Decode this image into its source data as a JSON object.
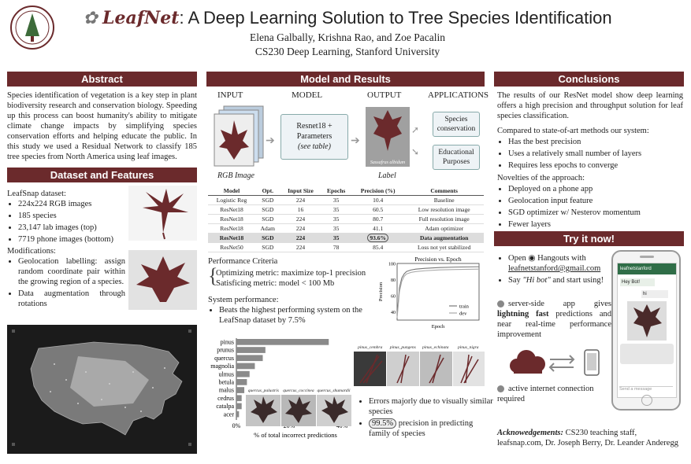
{
  "header": {
    "title_brand": "LeafNet",
    "title_rest": ": A Deep Learning Solution to Tree Species Identification",
    "authors": "Elena Galbally, Krishna Rao, and Zoe Pacalin",
    "affiliation": "CS230 Deep Learning, Stanford University"
  },
  "abstract": {
    "heading": "Abstract",
    "text": "Species identification of vegetation is a key step in plant biodiversity research and conservation biology. Speeding up this process can boost humanity's ability to mitigate climate change impacts by simplifying species conservation efforts and helping educate the public. In this study we used a Residual Network to classify 185 tree species from North America using leaf images."
  },
  "dataset": {
    "heading": "Dataset and Features",
    "intro": "LeafSnap dataset:",
    "items": [
      "224x224 RGB images",
      "185 species",
      "23,147 lab images (top)",
      "7719 phone images (bottom)"
    ],
    "mod_intro": "Modifications:",
    "mods": [
      "Geolocation labelling: assign random coordinate pair within the growing region of a species.",
      "Data augmentation through rotations"
    ]
  },
  "model": {
    "heading": "Model and Results",
    "col_input": "INPUT",
    "col_model": "MODEL",
    "col_output": "OUTPUT",
    "col_apps": "APPLICATIONS",
    "rgb_label": "RGB Image",
    "model_line1": "Resnet18 +",
    "model_line2": "Parameters",
    "model_line3": "(see table)",
    "output_caption": "Sassafras albidum",
    "label_label": "Label",
    "app1": "Species conservation",
    "app2": "Educational Purposes",
    "table_headers": [
      "Model",
      "Opt.",
      "Input Size",
      "Epochs",
      "Precision (%)",
      "Comments"
    ],
    "table_rows": [
      [
        "Logistic Reg",
        "SGD",
        "224",
        "35",
        "10.4",
        "Baseline"
      ],
      [
        "ResNet18",
        "SGD",
        "16",
        "35",
        "60.5",
        "Low resolution image"
      ],
      [
        "ResNet18",
        "SGD",
        "224",
        "35",
        "80.7",
        "Full resolution image"
      ],
      [
        "ResNet18",
        "Adam",
        "224",
        "35",
        "41.1",
        "Adam optimizer"
      ],
      [
        "ResNet18",
        "SGD",
        "224",
        "35",
        "93.6%",
        "Data augmentation"
      ],
      [
        "ResNet50",
        "SGD",
        "224",
        "78",
        "85.4",
        "Loss not yet stabilized"
      ]
    ],
    "perf_title": "Performance Criteria",
    "perf_opt": "Optimizing metric: maximize top-1 precision",
    "perf_sat": "Satisficing metric: model < 100 Mb",
    "sys_title": "System performance:",
    "sys_item": "Beats the highest performing system on the LeafSnap dataset by 7.5%",
    "err1": "Errors majorly due to visually similar species",
    "err2_hl": "99.5%",
    "err2_rest": " precision in predicting family of species",
    "leaf_tags_top": [
      "pinus_cembra",
      "pinus_pungens",
      "pinus_echinata",
      "pinus_nigra"
    ],
    "leaf_tags_bottom": [
      "quercus_palustris",
      "quercus_coccinea",
      "quercus_shumardii"
    ]
  },
  "chart_data": [
    {
      "type": "bar",
      "orientation": "horizontal",
      "categories": [
        "pinus",
        "prunus",
        "quercus",
        "magnolia",
        "ulmus",
        "betula",
        "malus",
        "cedrus",
        "catalpa",
        "acer"
      ],
      "values": [
        35,
        11,
        10,
        7,
        5,
        4,
        3,
        2,
        2,
        1
      ],
      "xlabel": "% of total incorrect predictions",
      "xticks": [
        "0%",
        "20%",
        "40%"
      ],
      "xlim": [
        0,
        40
      ]
    },
    {
      "type": "line",
      "title": "Precision vs. Epoch",
      "xlabel": "Epoch",
      "ylabel": "Precision",
      "yticks": [
        "100",
        "80",
        "60",
        "40"
      ],
      "ylim": [
        30,
        100
      ],
      "xlim": [
        0,
        35
      ],
      "series": [
        {
          "name": "train",
          "x": [
            0,
            1,
            2,
            3,
            4,
            6,
            8,
            12,
            18,
            25,
            35
          ],
          "values": [
            35,
            70,
            82,
            87,
            90,
            92,
            93,
            94,
            95,
            95.5,
            96
          ]
        },
        {
          "name": "dev",
          "x": [
            0,
            1,
            2,
            3,
            4,
            6,
            8,
            12,
            18,
            25,
            35
          ],
          "values": [
            33,
            65,
            78,
            84,
            87,
            89,
            90,
            91,
            92,
            92.5,
            93
          ]
        }
      ]
    }
  ],
  "conclusions": {
    "heading": "Conclusions",
    "text": "The results of our ResNet model show deep learning offers a high precision and throughput solution for leaf species classification.",
    "compared": "Compared to state-of-art methods our system:",
    "comp_items": [
      "Has the best precision",
      "Uses a relatively small number of layers",
      "Requires less epochs to converge"
    ],
    "novel": "Novelties of the approach:",
    "novel_items": [
      "Deployed on a phone app",
      "Geolocation input feature",
      "SGD optimizer w/ Nesterov momentum",
      "Fewer layers"
    ]
  },
  "try": {
    "heading": "Try it now!",
    "open_prefix": "Open ",
    "open_suffix": " Hangouts with",
    "email": "leafnetstanford@gmail.com",
    "say_prefix": "Say ",
    "say_quote": "\"Hi bot\"",
    "say_suffix": " and start using!",
    "server_a": "server-side app gives ",
    "server_bold": "lightning fast",
    "server_b": " predictions and near real-time performance improvement",
    "internet": "active internet connection required",
    "phone_title": "leafnetstanford",
    "phone_msg1": "Hey Bot!",
    "phone_msg2": "hi",
    "phone_input": "Send a message",
    "ack_label": "Acknowedgements:",
    "ack_text": " CS230 teaching staff, leafsnap.com, Dr. Joseph Berry, Dr. Leander Anderegg"
  }
}
